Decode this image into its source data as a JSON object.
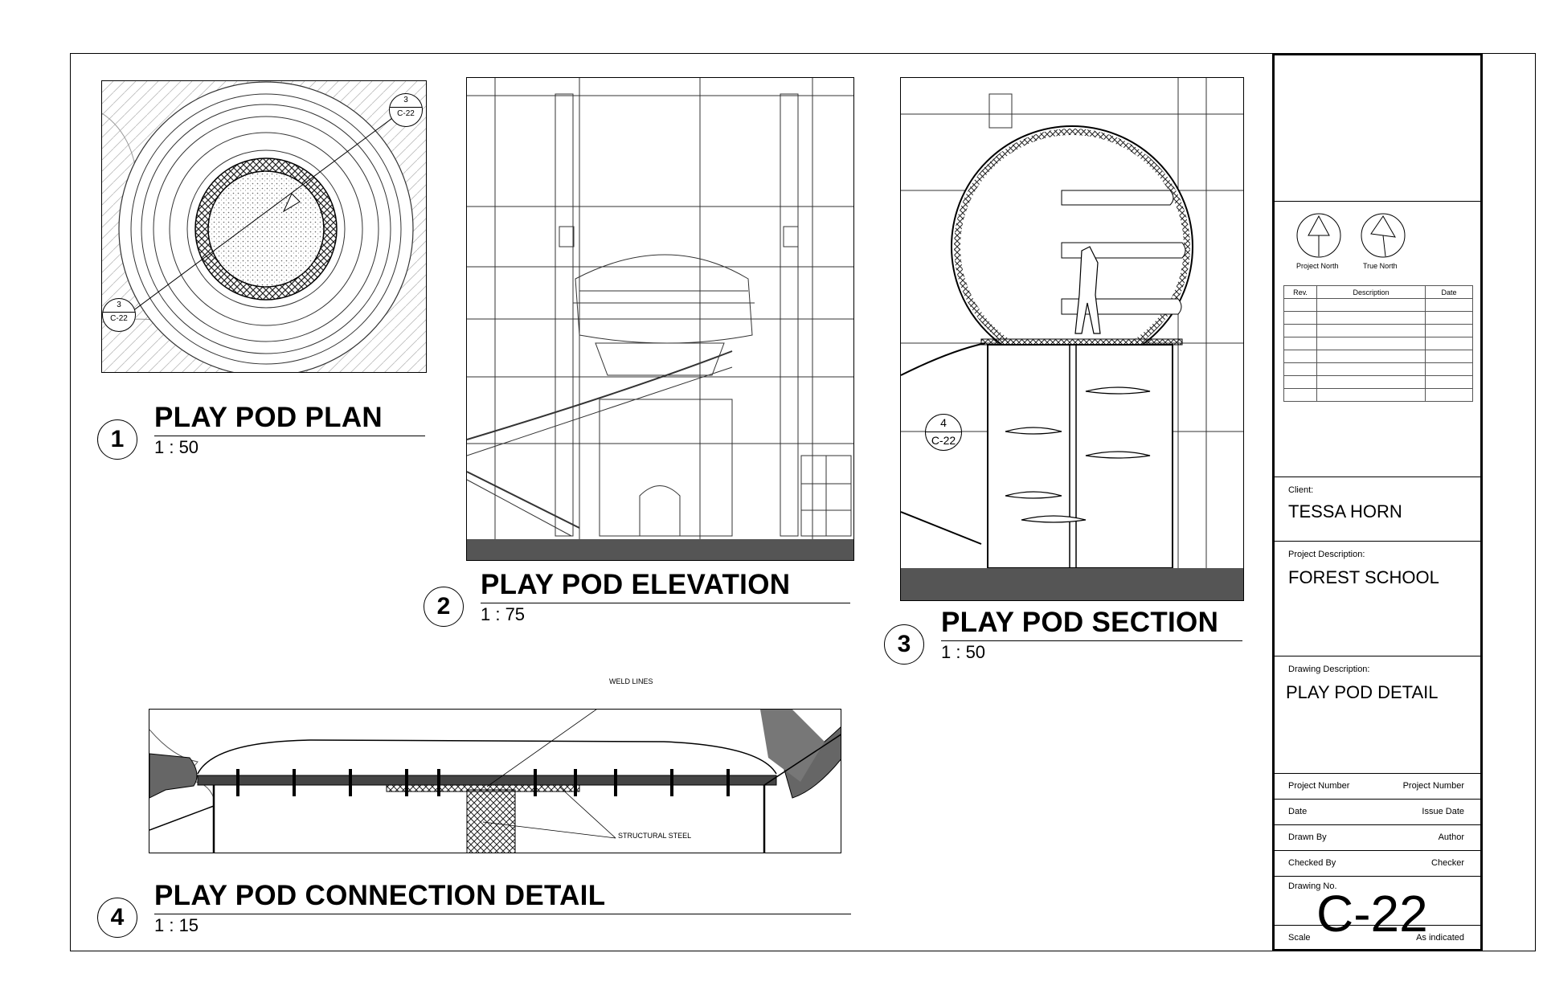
{
  "views": [
    {
      "number": "1",
      "title": "PLAY POD PLAN",
      "scale": "1 : 50"
    },
    {
      "number": "2",
      "title": "PLAY POD ELEVATION",
      "scale": "1 : 75"
    },
    {
      "number": "3",
      "title": "PLAY POD SECTION",
      "scale": "1 : 50"
    },
    {
      "number": "4",
      "title": "PLAY POD CONNECTION DETAIL",
      "scale": "1 : 15"
    }
  ],
  "section_markers": {
    "plan_top": {
      "num": "3",
      "sheet": "C-22"
    },
    "plan_left": {
      "num": "3",
      "sheet": "C-22"
    },
    "section_detail": {
      "num": "4",
      "sheet": "C-22"
    }
  },
  "detail_callouts": {
    "weld": "WELD LINES",
    "steel": "STRUCTURAL STEEL"
  },
  "title_block": {
    "project_north": "Project North",
    "true_north": "True North",
    "rev_headers": [
      "Rev.",
      "Description",
      "Date"
    ],
    "client_label": "Client:",
    "client": "TESSA HORN",
    "project_desc_label": "Project Description:",
    "project_desc": "FOREST SCHOOL",
    "drawing_desc_label": "Drawing Description:",
    "drawing_desc": "PLAY POD DETAIL",
    "rows": [
      {
        "label": "Project Number",
        "value": "Project Number"
      },
      {
        "label": "Date",
        "value": "Issue Date"
      },
      {
        "label": "Drawn By",
        "value": "Author"
      },
      {
        "label": "Checked By",
        "value": "Checker"
      }
    ],
    "drawing_no_label": "Drawing No.",
    "drawing_no": "C-22",
    "scale_label": "Scale",
    "scale_value": "As indicated"
  }
}
